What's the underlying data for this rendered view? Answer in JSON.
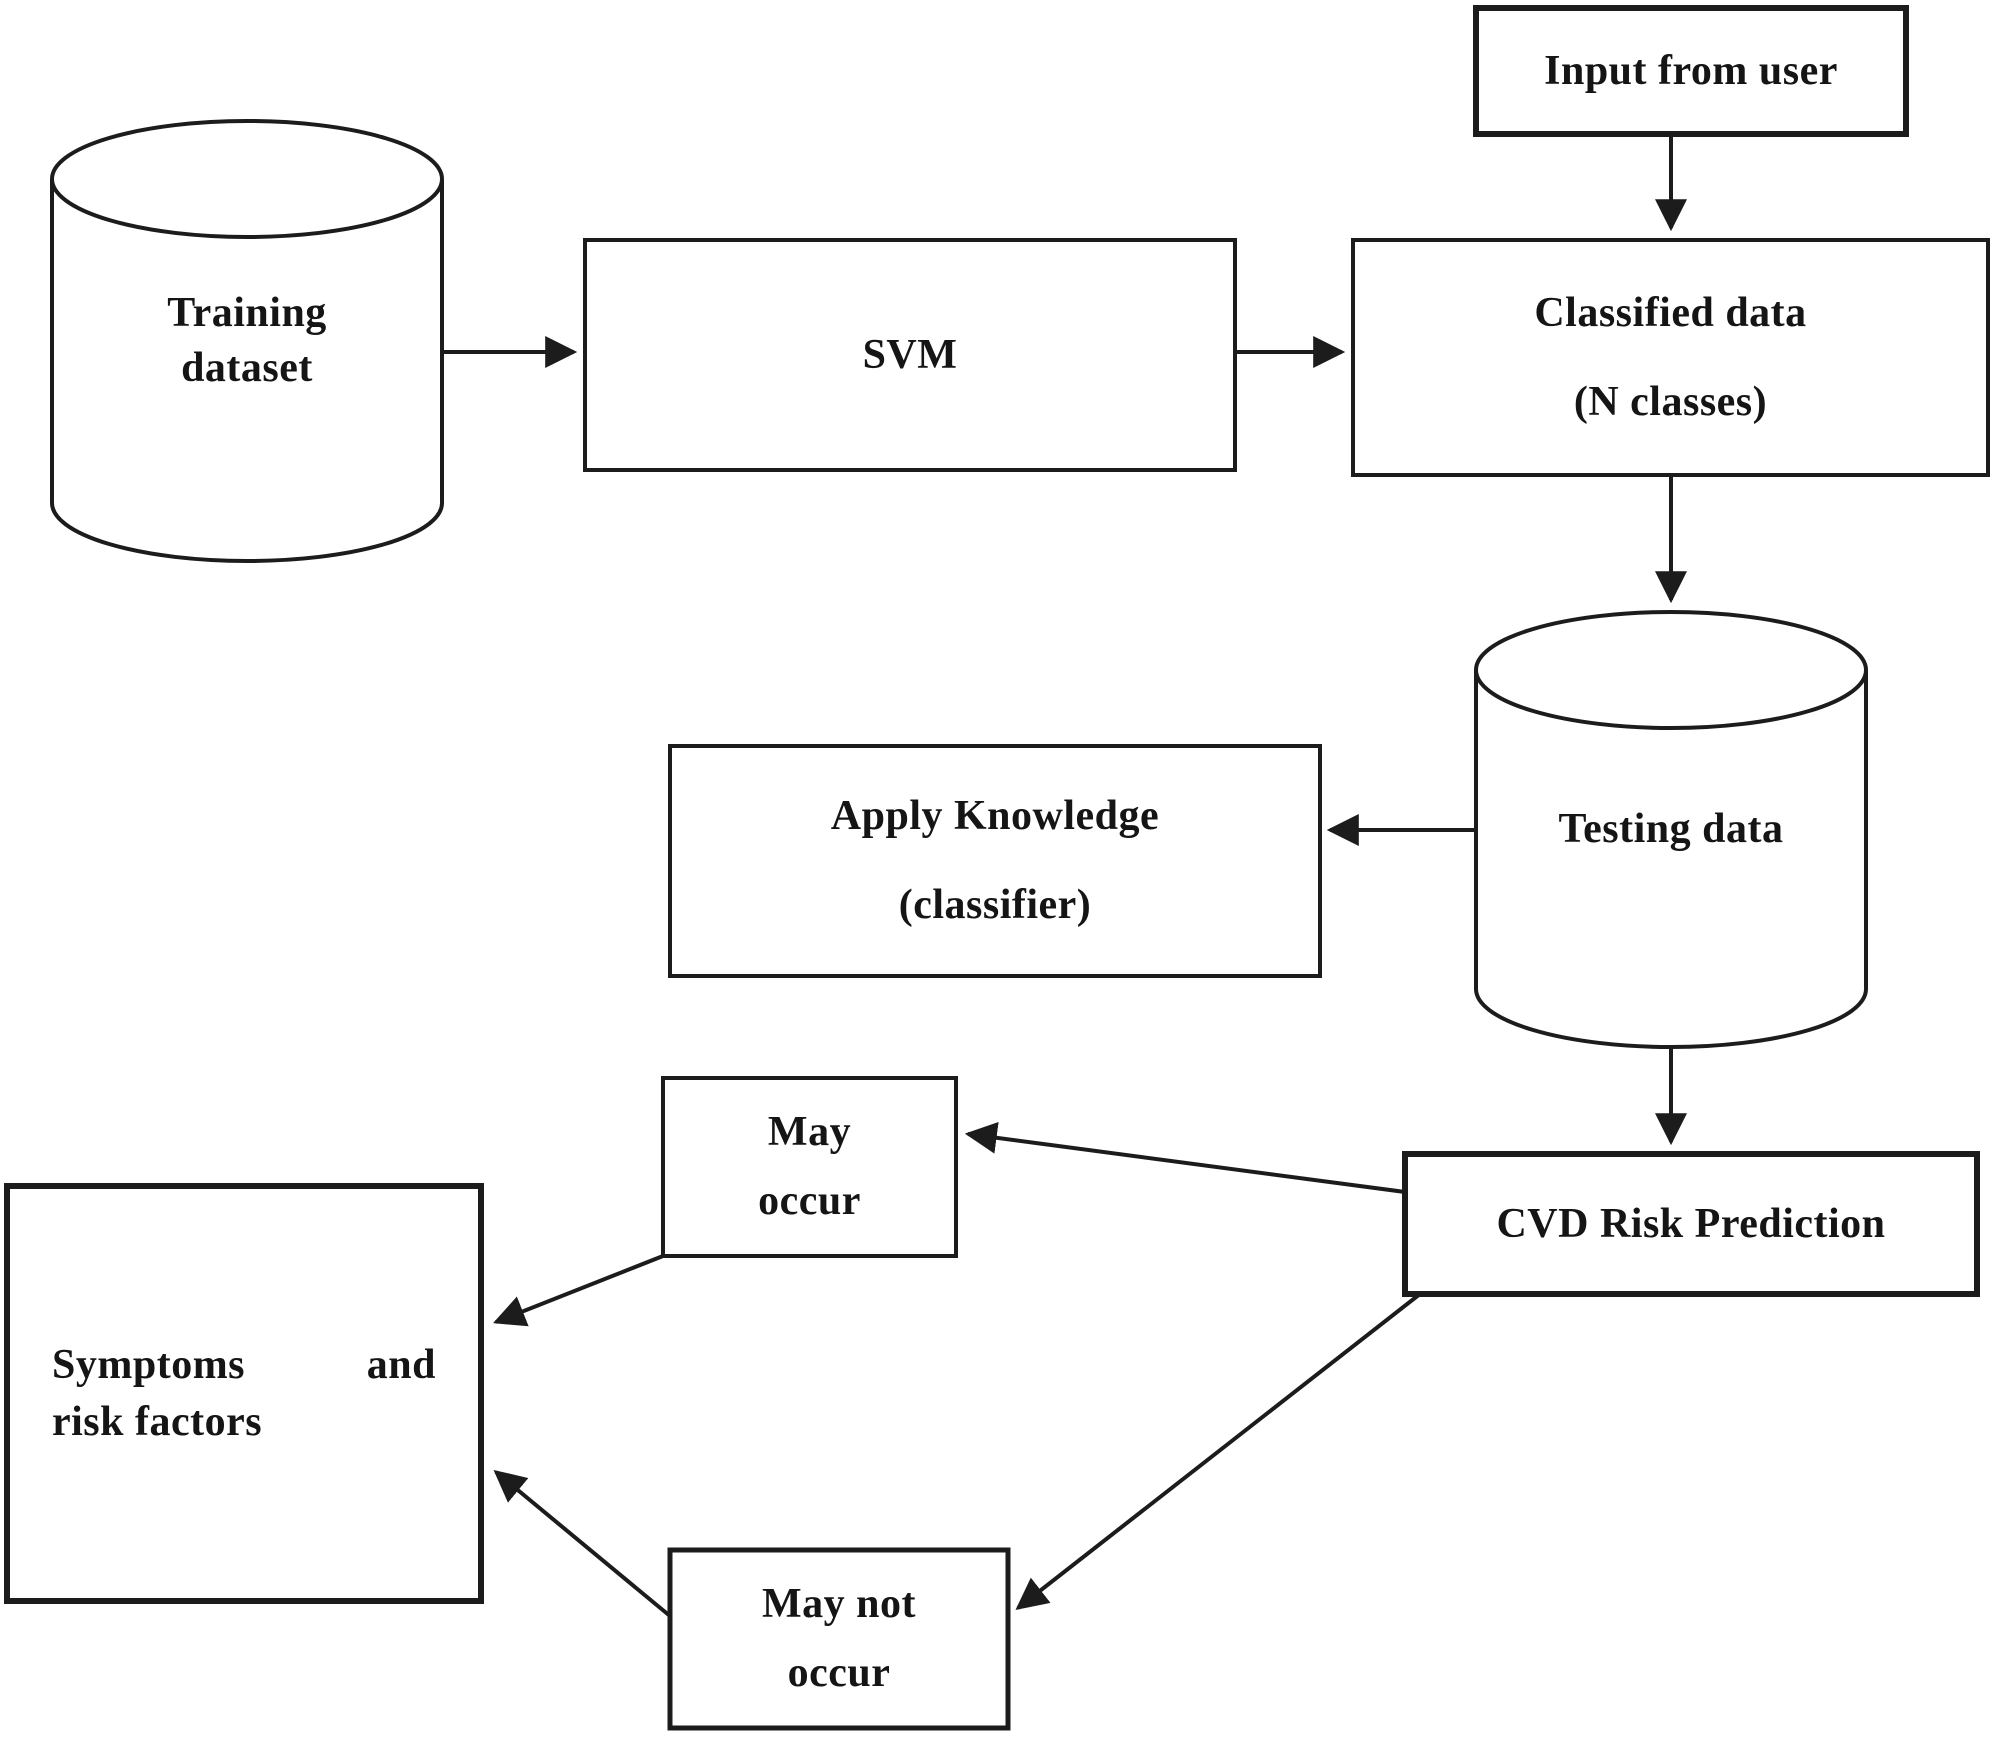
{
  "nodes": {
    "training_dataset": {
      "shape": "cylinder",
      "line1": "Training",
      "line2": "dataset"
    },
    "svm": {
      "shape": "rect",
      "label": "SVM"
    },
    "input_from_user": {
      "shape": "rect",
      "label": "Input from user"
    },
    "classified_data": {
      "shape": "rect",
      "line1": "Classified data",
      "line2": "(N classes)"
    },
    "testing_data": {
      "shape": "cylinder",
      "label": "Testing data"
    },
    "apply_knowledge": {
      "shape": "rect",
      "line1": "Apply Knowledge",
      "line2": "(classifier)"
    },
    "cvd_risk_prediction": {
      "shape": "rect",
      "label": "CVD Risk Prediction"
    },
    "may_occur": {
      "shape": "rect",
      "line1": "May",
      "line2": "occur"
    },
    "may_not_occur": {
      "shape": "rect",
      "line1": "May not",
      "line2": "occur"
    },
    "symptoms_risk_factors": {
      "shape": "rect",
      "line1_word1": "Symptoms",
      "line1_word2": "and",
      "line2": "risk factors"
    }
  },
  "edges": [
    {
      "from": "training_dataset",
      "to": "svm"
    },
    {
      "from": "svm",
      "to": "classified_data"
    },
    {
      "from": "input_from_user",
      "to": "classified_data"
    },
    {
      "from": "classified_data",
      "to": "testing_data"
    },
    {
      "from": "testing_data",
      "to": "apply_knowledge"
    },
    {
      "from": "testing_data",
      "to": "cvd_risk_prediction"
    },
    {
      "from": "cvd_risk_prediction",
      "to": "may_occur"
    },
    {
      "from": "cvd_risk_prediction",
      "to": "may_not_occur"
    },
    {
      "from": "may_occur",
      "to": "symptoms_risk_factors"
    },
    {
      "from": "may_not_occur",
      "to": "symptoms_risk_factors"
    }
  ],
  "colors": {
    "background": "#ffffff",
    "stroke": "#1c1c1c",
    "text": "#151515"
  }
}
